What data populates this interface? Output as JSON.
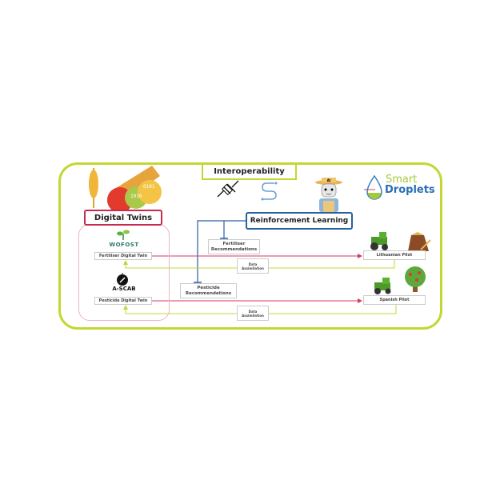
{
  "title": "Interoperability",
  "digital_twins": {
    "label": "Digital Twins",
    "models": [
      {
        "name": "WOFOST",
        "twin": "Fertiliser Digital Twin"
      },
      {
        "name": "A-SCAB",
        "twin": "Pesticide Digital Twin"
      }
    ]
  },
  "rl": {
    "label": "Reinforcement Learning",
    "fertiliser_rec": "Fertiliser Recommendations",
    "pesticide_rec": "Pesticide Recommendations"
  },
  "pilots": [
    "Lithuanian Pilot",
    "Spanish Pilot"
  ],
  "data_assimilation": "Data Assimilation",
  "logo": {
    "line1": "Smart",
    "line2": "Droplets"
  },
  "robot_badge": "AI",
  "colors": {
    "frame": "#c3d733",
    "digital_twins": "#c8294f",
    "rl": "#2a5fa0",
    "arrow_red": "#d83a5e",
    "arrow_green": "#c3d733"
  }
}
